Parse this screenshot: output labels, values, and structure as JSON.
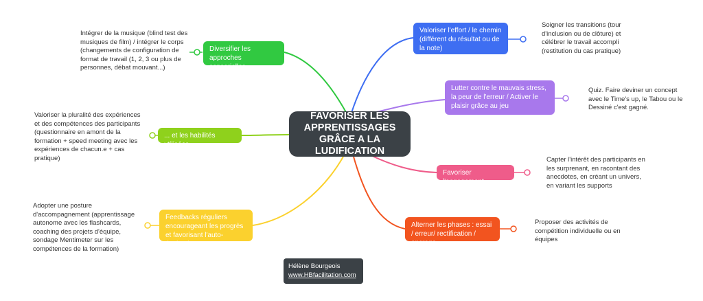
{
  "center": {
    "title": "FAVORISER LES APPRENTISSAGES GRÂCE A LA LUDIFICATION"
  },
  "colors": {
    "center": "#3b4146",
    "blue": "#3e6ef2",
    "purple": "#a878ec",
    "pink": "#ef5c8a",
    "red": "#f2541f",
    "yellow": "#fbd12e",
    "lime": "#8fd11c",
    "green": "#31c941"
  },
  "branches": {
    "effort": {
      "label": "Valoriser l'effort / le chemin (différent du résultat ou de la note)",
      "note": "Soigner les transitions (tour d'inclusion ou de clôture) et célébrer le travail accompli (restitution du cas pratique)"
    },
    "stress": {
      "label": "Lutter contre le mauvais stress, la peur de l'erreur / Activer le plaisir grâce au jeu",
      "note": "Quiz. Faire deviner un concept avec le Time's up, le Tabou ou le Dessiné c'est gagné."
    },
    "engagement": {
      "label": "Favoriser l'engagement",
      "note": "Capter l'intérêt des participants en les surprenant, en racontant des anecdotes, en créant un univers, en variant les supports"
    },
    "phases": {
      "label": "Alterner les phases : essai / erreur/ rectification / ancrage",
      "note": "Proposer des activités de compétition individuelle ou en équipes"
    },
    "sensorial": {
      "label": "Diversifier les approches sensorielles...",
      "note": "Intégrer de la musique (blind test des musiques de film) / intégrer le corps (changements de configuration de format de travail (1, 2, 3 ou plus de personnes, débat mouvant...)"
    },
    "skills": {
      "label": "... et les habilités utilisées",
      "note": "Valoriser la pluralité des expériences et des compétences des participants (questionnaire en amont de la formation + speed meeting avec les expériences de chacun.e  + cas pratique)"
    },
    "feedback": {
      "label": "Feedbacks réguliers encourageant les progrès et favorisant l'auto-évaluation",
      "note": "Adopter une posture d'accompagnement (apprentissage autonome avec les flashcards, coaching des projets d'équipe, sondage Mentimeter sur les compétences de la formation)"
    }
  },
  "author": {
    "name": "Hélène Bourgeois",
    "link": "www.HBfacilitation.com"
  }
}
